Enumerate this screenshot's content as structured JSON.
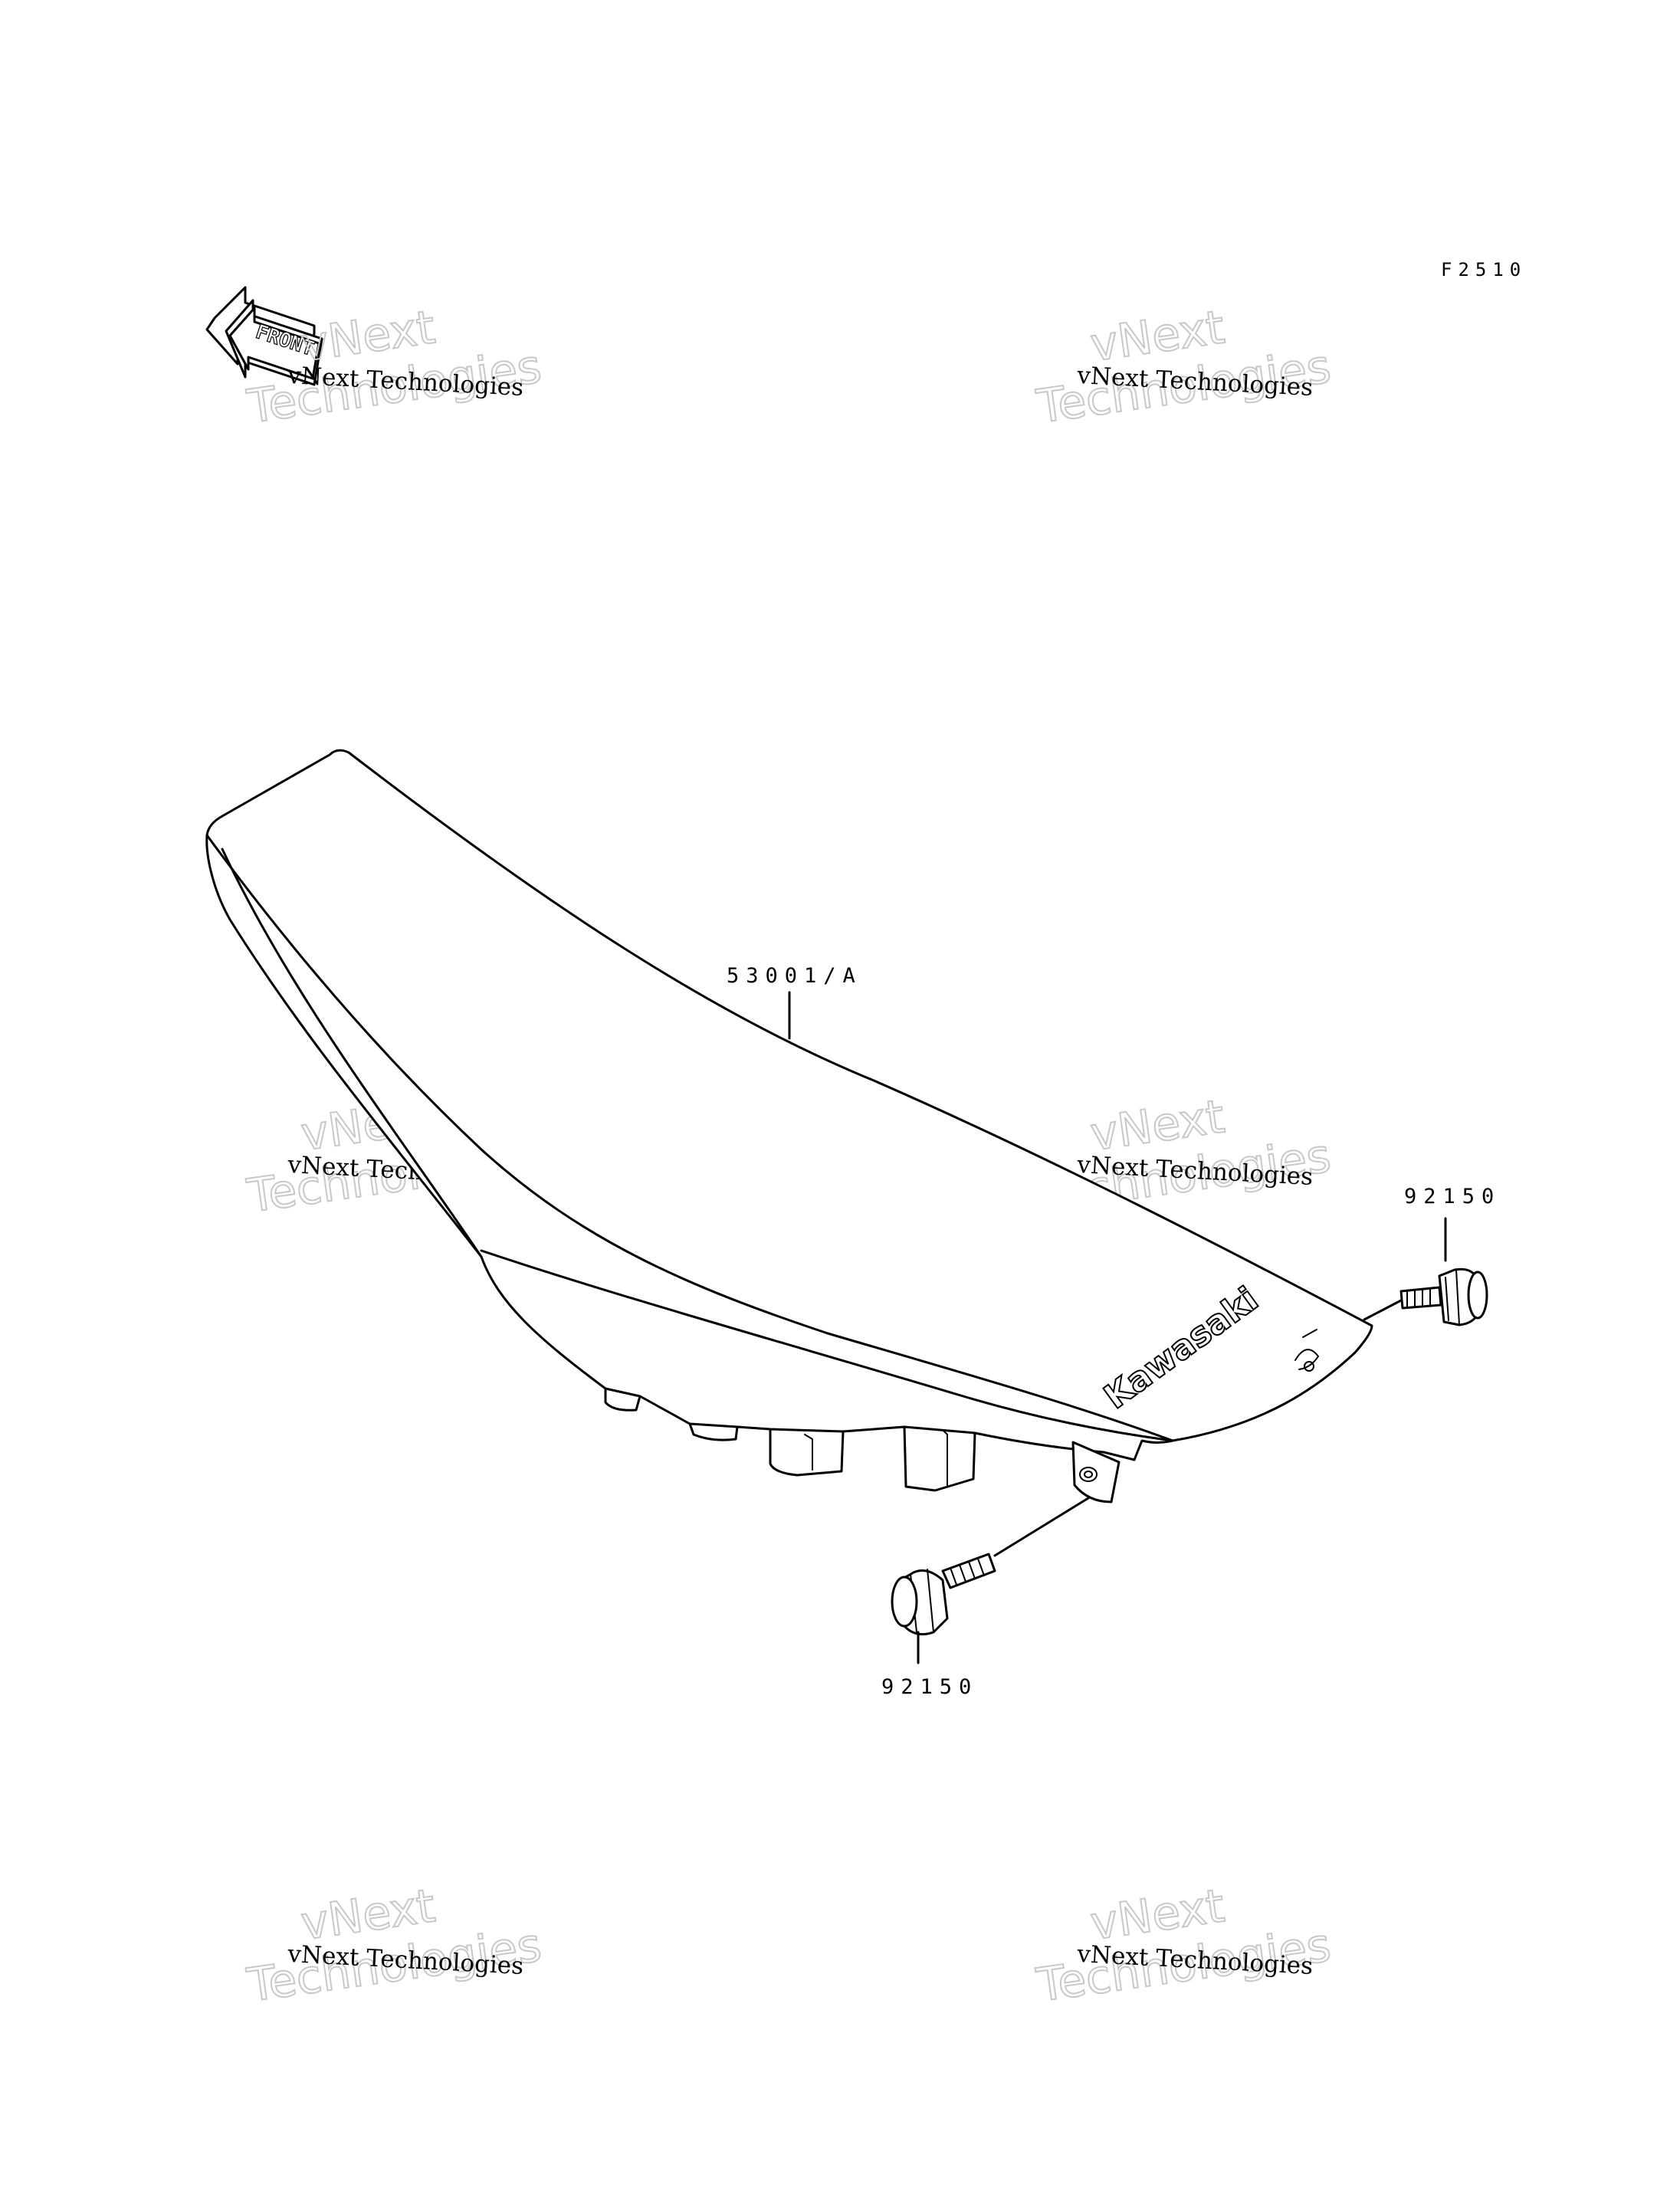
{
  "diagram": {
    "figure_code": "F2510",
    "front_indicator": "FRONT",
    "parts": [
      {
        "id": "seat",
        "label": "53001/A"
      },
      {
        "id": "bolt-right",
        "label": "92150"
      },
      {
        "id": "bolt-bottom",
        "label": "92150"
      }
    ],
    "seat_brand": "Kawasaki"
  },
  "watermark": {
    "line1": "vNext Technologies",
    "outline_a": "vNext",
    "outline_b": "Technologies"
  },
  "colors": {
    "ink": "#000000",
    "watermark_outline": "#c8c8c8",
    "background": "#ffffff"
  }
}
